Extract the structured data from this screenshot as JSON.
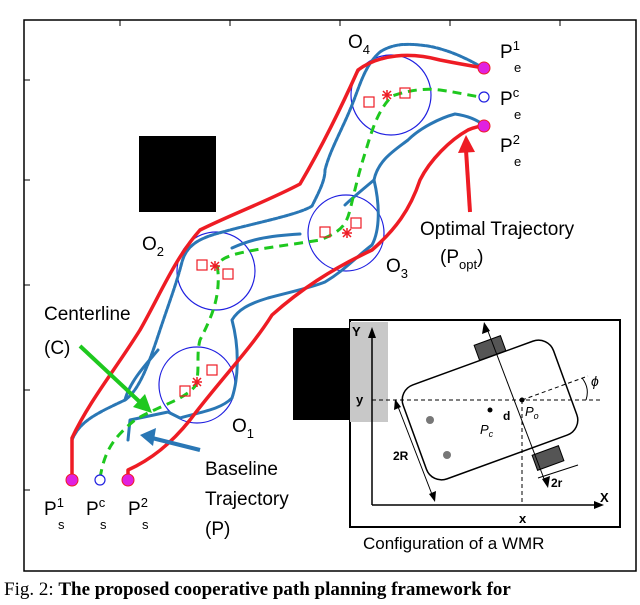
{
  "labels": {
    "o4": "O",
    "o4_sub": "4",
    "o2": "O",
    "o2_sub": "2",
    "o3": "O",
    "o3_sub": "3",
    "o1": "O",
    "o1_sub": "1",
    "pe1": "P",
    "pe1_sup": "1",
    "pe1_sub": "e",
    "pec": "P",
    "pec_sup": "c",
    "pec_sub": "e",
    "pe2": "P",
    "pe2_sup": "2",
    "pe2_sub": "e",
    "ps1": "P",
    "ps1_sup": "1",
    "ps1_sub": "s",
    "psc": "P",
    "psc_sup": "c",
    "psc_sub": "s",
    "ps2": "P",
    "ps2_sup": "2",
    "ps2_sub": "s",
    "optimal_line1": "Optimal Trajectory",
    "optimal_line2_main": "(P",
    "optimal_line2_sub": "opt",
    "optimal_line2_close": ")",
    "centerline_line1": "Centerline",
    "centerline_line2": "(C)",
    "baseline_line1": "Baseline",
    "baseline_line2": "Trajectory",
    "baseline_line3": "(P)"
  },
  "inset": {
    "y_axis": "Y",
    "x_axis": "X",
    "y_tick": "y",
    "x_tick": "x",
    "phi": "ϕ",
    "d": "d",
    "po_main": "P",
    "po_sub": "o",
    "pc_main": "P",
    "pc_sub": "c",
    "two_r_big": "2R",
    "two_r_small": "2r",
    "caption": "Configuration of a WMR"
  },
  "caption": {
    "prefix": "Fig. 2: ",
    "text": "The proposed cooperative path planning framework for"
  },
  "colors": {
    "optimal": "#ee1c24",
    "baseline": "#2a77b5",
    "centerline": "#1ec81e",
    "obstacle_circle": "#2020e0",
    "endpoint": "#e020e0"
  }
}
